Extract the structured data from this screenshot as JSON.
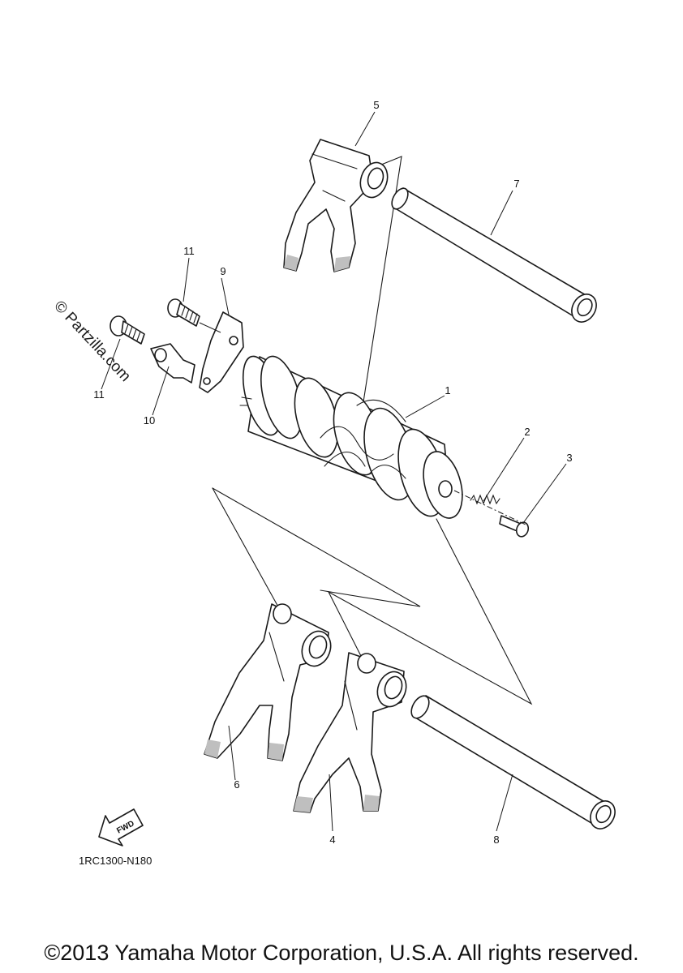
{
  "callouts": {
    "c1": "1",
    "c2": "2",
    "c3": "3",
    "c4": "4",
    "c5": "5",
    "c6": "6",
    "c7": "7",
    "c8": "8",
    "c9": "9",
    "c10": "10",
    "c11a": "11",
    "c11b": "11"
  },
  "diagram_code": "1RC1300-N180",
  "fwd_label": "FWD",
  "watermark": "© Partzilla.com",
  "copyright": "©2013 Yamaha Motor Corporation, U.S.A. All rights reserved."
}
